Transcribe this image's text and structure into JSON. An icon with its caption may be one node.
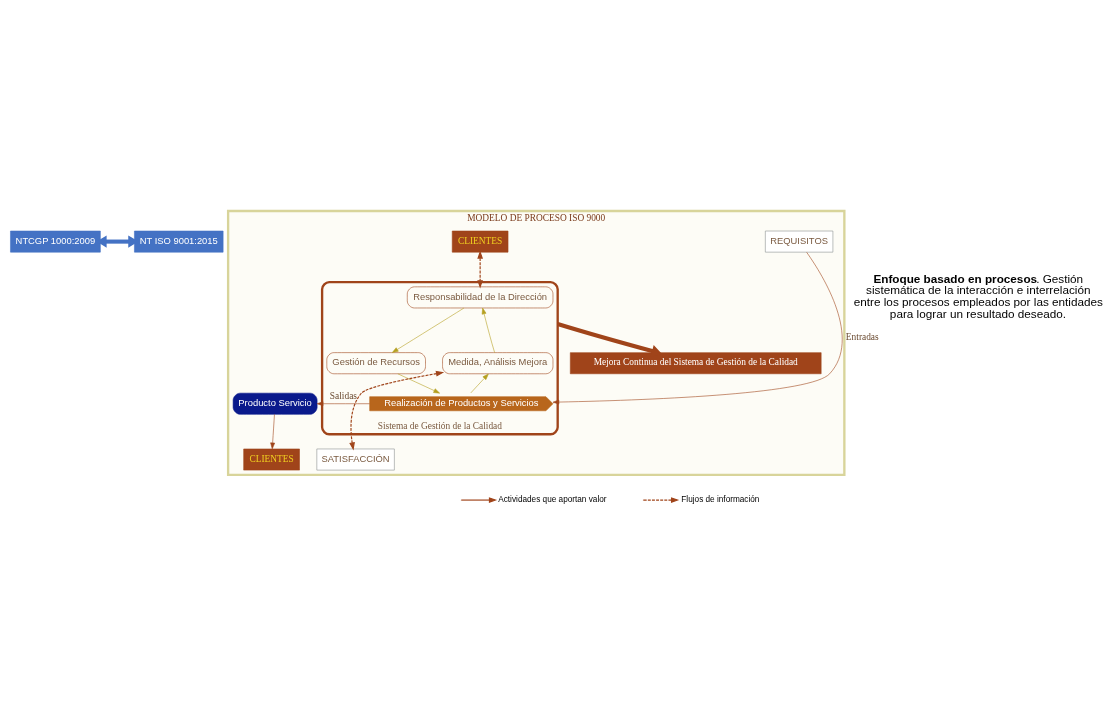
{
  "diagram": {
    "nodes": [
      {
        "text": [
          "NTCGP 1000:2009"
        ]
      },
      {
        "text": [
          "NT ISO 9001:2015"
        ]
      },
      {
        "text": [
          "MODELO DE PROCESO ISO 9000"
        ]
      },
      {
        "text": [
          "Mejora Continua del Sistema de Gestión de la Calidad"
        ],
        "in": 2
      },
      {
        "text": [
          "Sistema de Gestión de la Calidad"
        ],
        "in": 2
      },
      {
        "text": [
          "Responsabilidad de la Dirección"
        ],
        "in": 4
      },
      {
        "text": [
          "Gestión de Recursos"
        ],
        "in": 4
      },
      {
        "text": [
          "Medida, Análisis Mejora"
        ],
        "in": 4
      },
      {
        "text": [
          "Realización de Productos y Servicios"
        ],
        "in": 4
      },
      {
        "text": [
          "CLIENTES"
        ],
        "in": 2
      },
      {
        "text": [
          "REQUISITOS"
        ],
        "in": 2
      },
      {
        "text": [
          "SATISFACCIÓN"
        ],
        "in": 2
      },
      {
        "text": [
          "CLIENTES"
        ],
        "in": 2
      },
      {
        "text": [
          "Producto Servicio"
        ],
        "in": 2
      }
    ],
    "edges": [
      {
        "from": 0,
        "to": 1,
        "arrow": "both",
        "style": "thick",
        "color": "#4472c4"
      },
      {
        "from": 9,
        "to": 5,
        "arrow": "both",
        "style": "dashed"
      },
      {
        "from": 5,
        "to": 6,
        "arrow": "to",
        "color": "#b5a020"
      },
      {
        "from": 6,
        "to": 8,
        "arrow": "to",
        "color": "#b5a020"
      },
      {
        "from": 8,
        "to": 7,
        "arrow": "to",
        "color": "#b5a020"
      },
      {
        "from": 7,
        "to": 5,
        "arrow": "to",
        "color": "#b5a020"
      },
      {
        "from": 7,
        "to": 11,
        "arrow": "both",
        "style": "dashed"
      },
      {
        "from": 10,
        "to": 8,
        "arrow": "to",
        "label": "Entradas"
      },
      {
        "from": 8,
        "to": 13,
        "arrow": "to",
        "label": "Salidas"
      },
      {
        "from": 13,
        "to": 12,
        "arrow": "to"
      },
      {
        "from": 4,
        "to": 3,
        "arrow": "to",
        "style": "thick"
      }
    ],
    "labels": [
      "**Enfoque basado en procesos**. Gestión sistemática de la interacción e interrelación entre los procesos empleados por las entidades para lograr un resultado deseado."
    ],
    "legend": [
      {
        "text": "Actividades que aportan valor"
      },
      {
        "text": "Flujos de información"
      }
    ]
  }
}
